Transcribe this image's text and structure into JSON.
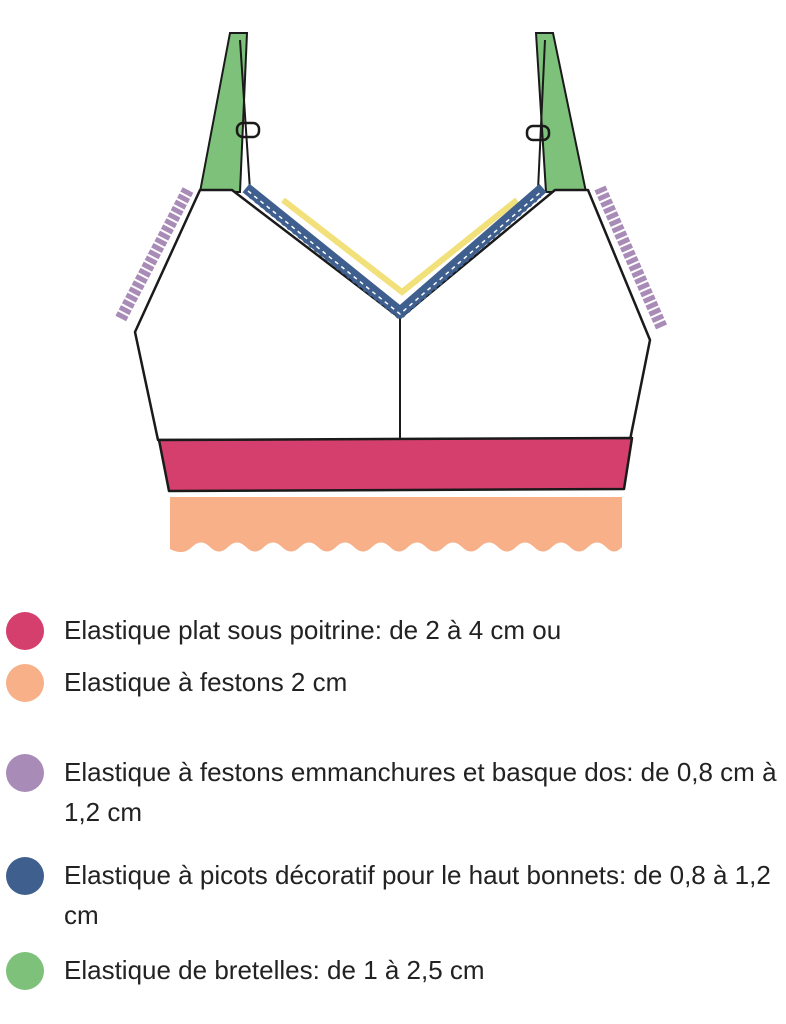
{
  "colors": {
    "outline": "#1a1a1a",
    "straps": "#7dc17a",
    "underband": "#d43f6e",
    "festons": "#f7b088",
    "armhole": "#a98bb8",
    "picot": "#3f5f8f",
    "guide": "#f2e07a"
  },
  "legend": [
    {
      "label": "Elastique plat sous poitrine: de 2 à 4 cm ou",
      "color": "#d43f6e"
    },
    {
      "label": "Elastique à festons 2 cm",
      "color": "#f7b088"
    },
    {
      "label": "Elastique à festons emmanchures et basque dos: de 0,8 cm à 1,2 cm",
      "color": "#a98bb8"
    },
    {
      "label": "Elastique à picots décoratif pour le haut bonnets: de 0,8 à 1,2 cm",
      "color": "#3f5f8f"
    },
    {
      "label": "Elastique de bretelles: de 1 à 2,5 cm",
      "color": "#7dc17a"
    }
  ]
}
